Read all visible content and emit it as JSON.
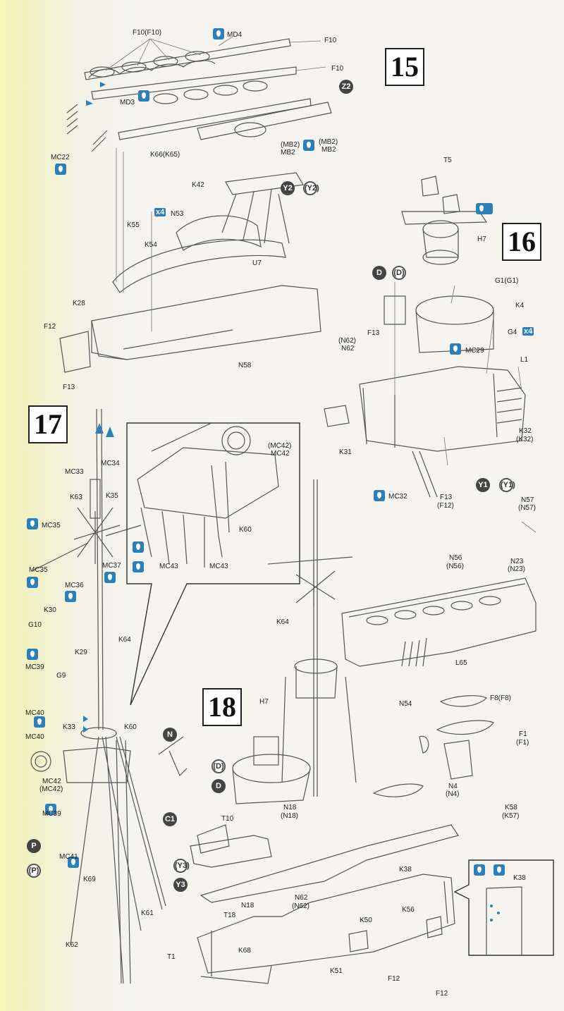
{
  "steps": {
    "s15": "15",
    "s16": "16",
    "s17": "17",
    "s18": "18"
  },
  "labels": {
    "F10F10": "F10(F10)",
    "MD4": "MD4",
    "F10a": "F10",
    "F10b": "F10",
    "Z2": "Z2",
    "MD3": "MD3",
    "MC22": "MC22",
    "K66K65": "K66(K65)",
    "MB2p": "(MB2)",
    "MB2p2": "(MB2)",
    "MB2": "MB2",
    "MB2b": "MB2",
    "K42": "K42",
    "Y2": "Y2",
    "Y2p": "(Y2)",
    "N53": "N53",
    "x4a": "x4",
    "K55": "K55",
    "K54": "K54",
    "U7": "U7",
    "K28": "K28",
    "F12a": "F12",
    "F13a": "F13",
    "N58": "N58",
    "T5": "T5",
    "H7a": "H7",
    "G1": "G1(G1)",
    "K4": "K4",
    "D": "D",
    "Dp": "(D)",
    "F13b": "F13",
    "N62p": "(N62)",
    "N62": "N62",
    "MC29": "MC29",
    "G4": "G4",
    "x4b": "x4",
    "L1": "L1",
    "K31": "K31",
    "K32": "K32",
    "K32p": "(K32)",
    "MC32": "MC32",
    "F13c": "F13",
    "F12c": "(F12)",
    "Y1": "Y1",
    "Y1p": "(Y1)",
    "N57": "N57",
    "N57p": "(N57)",
    "N56": "N56",
    "N56p": "(N56)",
    "N23": "N23",
    "N23p": "(N23)",
    "MC33": "MC33",
    "MC34": "MC34",
    "MC42p": "(MC42)",
    "MC42": "MC42",
    "K63": "K63",
    "K35": "K35",
    "K60a": "K60",
    "MC35a": "MC35",
    "MC35b": "MC35",
    "MC37": "MC37",
    "MC43a": "MC43",
    "MC43b": "MC43",
    "MC36": "MC36",
    "K64a": "K64",
    "K30": "K30",
    "G10": "G10",
    "K29": "K29",
    "MC39a": "MC39",
    "G9": "G9",
    "K64b": "K64",
    "L65": "L65",
    "F8": "F8(F8)",
    "H7b": "H7",
    "N54": "N54",
    "F1": "F1",
    "F1p": "(F1)",
    "MC40a": "MC40",
    "K33": "K33",
    "K60b": "K60",
    "MC40b": "MC40",
    "N": "N",
    "N4": "N4",
    "N4p": "(N4)",
    "K58": "K58",
    "K57p": "(K57)",
    "MC42b": "MC42",
    "MC42bp": "(MC42)",
    "MC39b": "MC39",
    "Dc": "D",
    "Dd": "(D)",
    "N18": "N18",
    "N18p": "(N18)",
    "T10": "T10",
    "C1": "C1",
    "P": "P",
    "Pp": "(P)",
    "MC41": "MC41",
    "K69": "K69",
    "Y3p": "(Y3)",
    "Y3": "Y3",
    "K38": "K38",
    "K38b": "K38",
    "N62b": "N62",
    "N62bp": "(N62)",
    "N18b": "N18",
    "T18": "T18",
    "K50": "K50",
    "K56": "K56",
    "K61": "K61",
    "T1": "T1",
    "K62": "K62",
    "K68": "K68",
    "K51": "K51",
    "F12d": "F12",
    "F12e": "F12"
  },
  "colors": {
    "paint": "#2c7fb8",
    "outline": "#555555",
    "background": "#f5f4f0",
    "highlight": "#f3f6b5"
  },
  "icons": [
    "paint-drop-icon",
    "wrench-icon",
    "flag-icon",
    "arrow-icon"
  ]
}
